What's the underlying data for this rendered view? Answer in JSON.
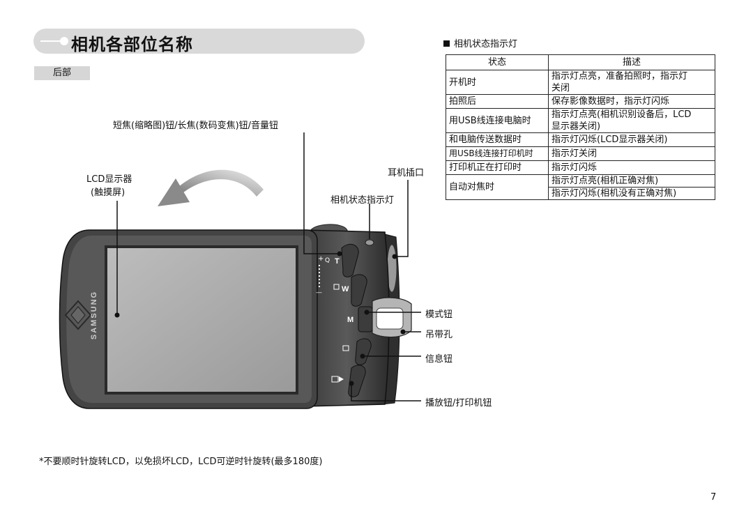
{
  "header": {
    "title": "相机各部位名称",
    "section_tag": "后部"
  },
  "camera_labels": {
    "zoom_volume": "短焦(缩略图)钮/长焦(数码变焦)钮/音量钮",
    "lcd": "LCD显示器",
    "lcd_touch": "(触摸屏)",
    "earphone": "耳机插口",
    "status_lamp": "相机状态指示灯",
    "mode_button": "模式钮",
    "strap_eyelet": "吊带孔",
    "info_button": "信息钮",
    "play_print_button": "播放钮/打印机钮",
    "brand": "SAMSUNG",
    "btn_t": "T",
    "btn_w": "W",
    "btn_m": "M",
    "zoom_plus": "+",
    "zoom_minus": "—"
  },
  "status_table": {
    "title": "相机状态指示灯",
    "headers": [
      "状态",
      "描述"
    ],
    "rows": [
      {
        "state": "开机时",
        "desc": [
          "指示灯点亮，准备拍照时，指示灯",
          "关闭"
        ]
      },
      {
        "state": "拍照后",
        "desc": [
          "保存影像数据时，指示灯闪烁"
        ]
      },
      {
        "state": "用USB线连接电脑时",
        "desc": [
          "指示灯点亮(相机识别设备后，LCD",
          "显示器关闭)"
        ]
      },
      {
        "state": "和电脑传送数据时",
        "desc": [
          "指示灯闪烁(LCD显示器关闭)"
        ]
      },
      {
        "state": "用USB线连接打印机时",
        "desc": [
          "指示灯关闭"
        ]
      },
      {
        "state": "打印机正在打印时",
        "desc": [
          "指示灯闪烁"
        ]
      },
      {
        "state": "自动对焦时",
        "desc": [
          "指示灯点亮(相机正确对焦)",
          "指示灯闪烁(相机没有正确对焦)"
        ]
      }
    ]
  },
  "footnote": "*不要顺时针旋转LCD，以免损坏LCD，LCD可逆时针旋转(最多180度)",
  "page_number": "7"
}
